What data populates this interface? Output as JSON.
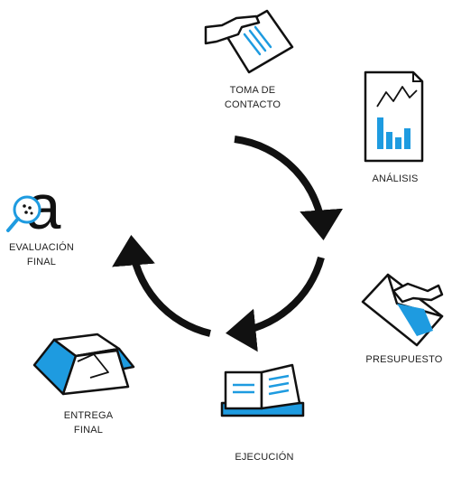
{
  "colors": {
    "accent": "#1e9be0",
    "ink": "#111111",
    "text": "#222222",
    "background": "#ffffff"
  },
  "steps": [
    {
      "id": "toma-de-contacto",
      "icon": "hand-document-icon",
      "lines": [
        "TOMA DE",
        "CONTACTO"
      ]
    },
    {
      "id": "analisis",
      "icon": "report-chart-icon",
      "lines": [
        "ANÁLISIS"
      ]
    },
    {
      "id": "presupuesto",
      "icon": "envelope-hand-icon",
      "lines": [
        "PRESUPUESTO"
      ]
    },
    {
      "id": "ejecucion",
      "icon": "open-book-icon",
      "lines": [
        "EJECUCIÓN"
      ]
    },
    {
      "id": "entrega-final",
      "icon": "open-box-icon",
      "lines": [
        "ENTREGA",
        "FINAL"
      ]
    },
    {
      "id": "evaluacion-final",
      "icon": "magnifier-letter-a-icon",
      "icon_letter": "a",
      "lines": [
        "EVALUACIÓN",
        "FINAL"
      ]
    }
  ]
}
